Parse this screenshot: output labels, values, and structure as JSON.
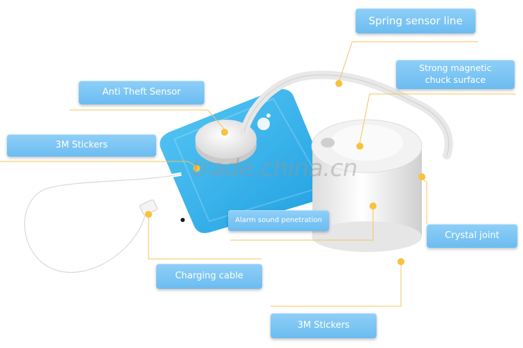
{
  "labels": {
    "spring_sensor_line": "Spring sensor line",
    "strong_magnetic": "Strong magnetic\nchuck surface",
    "anti_theft_sensor": "Anti Theft Sensor",
    "stickers_left": "3M Stickers",
    "alarm_sound": "Alarm sound penetration",
    "crystal_joint": "Crystal joint",
    "charging_cable": "Charging cable",
    "stickers_bottom": "3M Stickers"
  },
  "watermark": "trade.china.cn",
  "colors": {
    "label_bg": "#7cc6f4",
    "callout_line": "#f6c35a",
    "callout_dot": "#f8c23a",
    "phone_blue": "#35b4ec"
  }
}
